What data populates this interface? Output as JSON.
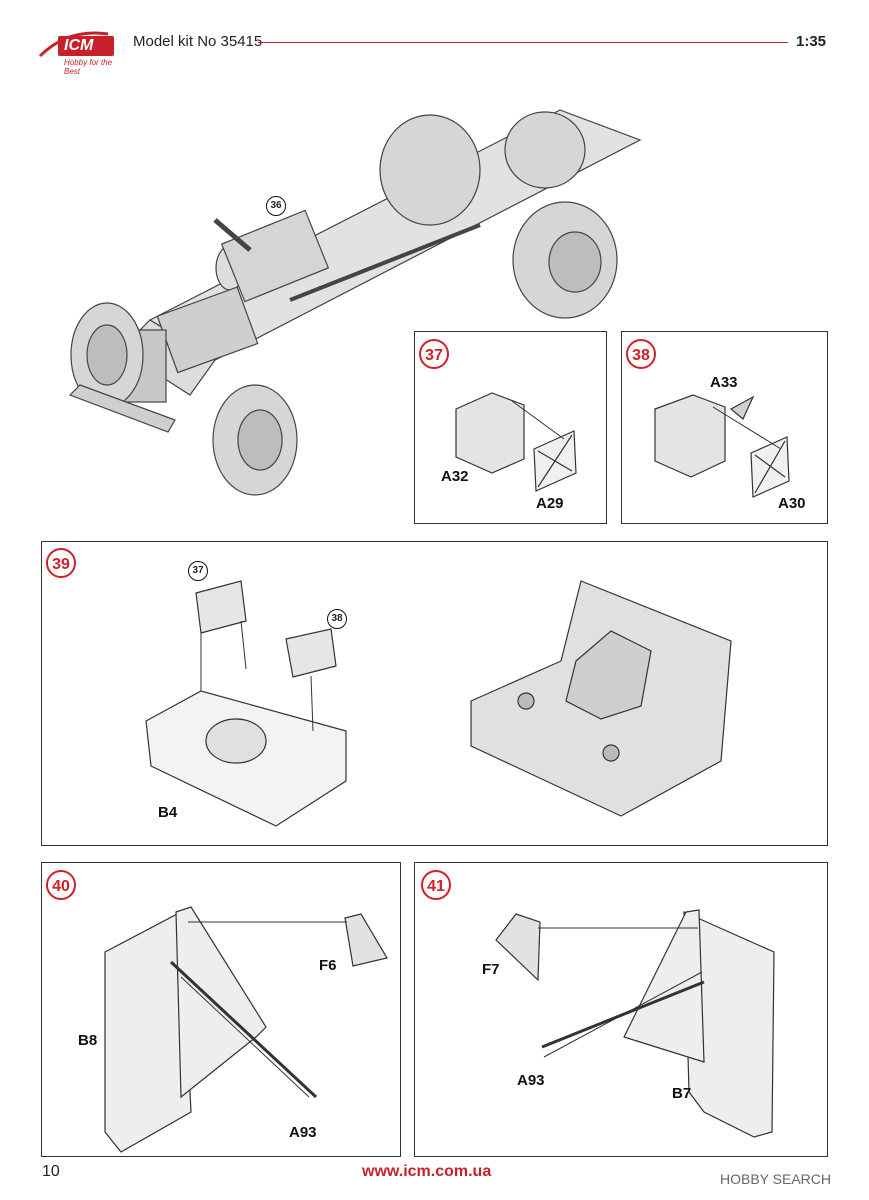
{
  "header": {
    "brand": "ICM",
    "tagline": "Hobby for the Best",
    "model_kit": "Model kit No 35415",
    "scale": "1:35"
  },
  "assembly": {
    "ref_36": "36"
  },
  "steps": [
    {
      "number": "37",
      "parts": [
        "A32",
        "A29"
      ]
    },
    {
      "number": "38",
      "parts": [
        "A33",
        "A30"
      ]
    },
    {
      "number": "39",
      "refs": [
        "37",
        "38"
      ],
      "parts": [
        "B4"
      ]
    },
    {
      "number": "40",
      "parts": [
        "F6",
        "B8",
        "A93"
      ]
    },
    {
      "number": "41",
      "parts": [
        "F7",
        "A93",
        "B7"
      ]
    }
  ],
  "footer": {
    "page_number": "10",
    "website": "www.icm.com.ua",
    "watermark": "HOBBY SEARCH"
  },
  "colors": {
    "accent": "#c8202a",
    "part_fill": "#d9d9d9",
    "outline": "#333333"
  }
}
